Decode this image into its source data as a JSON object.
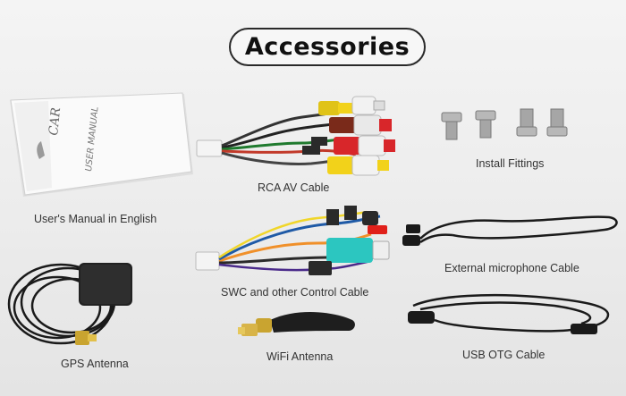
{
  "title": "Accessories",
  "items": {
    "manual": {
      "label": "User's Manual in English",
      "cover_text": "CAR",
      "cover_subtext": "USER MANUAL"
    },
    "rca": {
      "label": "RCA AV Cable"
    },
    "fittings": {
      "label": "Install Fittings"
    },
    "mic": {
      "label": "External microphone Cable"
    },
    "swc": {
      "label": "SWC and other Control Cable"
    },
    "gps": {
      "label": "GPS Antenna"
    },
    "wifi": {
      "label": "WiFi Antenna"
    },
    "usb": {
      "label": "USB OTG Cable"
    }
  },
  "colors": {
    "rca_yellow": "#f2d21a",
    "rca_white": "#f2f2f2",
    "rca_red": "#d8262a",
    "rca_brown": "#7a2a1a",
    "swc_teal": "#2cc6c0",
    "cable_black": "#1a1a1a"
  }
}
